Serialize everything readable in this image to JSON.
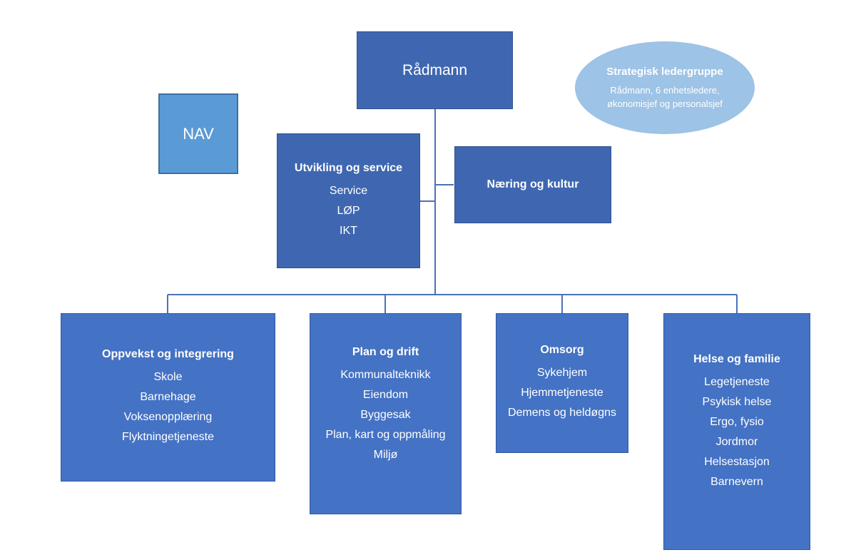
{
  "radmann": {
    "label": "Rådmann"
  },
  "nav": {
    "label": "NAV"
  },
  "strategisk": {
    "title": "Strategisk ledergruppe",
    "description": "Rådmann, 6 enhetsledere, økonomisjef og personalsjef"
  },
  "utvikling": {
    "title": "Utvikling og service",
    "items": [
      "Service",
      "LØP",
      "IKT"
    ]
  },
  "naering": {
    "title": "Næring og kultur"
  },
  "units": [
    {
      "title": "Oppvekst og integrering",
      "items": [
        "Skole",
        "Barnehage",
        "Voksenopplæring",
        "Flyktningetjeneste"
      ]
    },
    {
      "title": "Plan og drift",
      "items": [
        "Kommunalteknikk",
        "Eiendom",
        "Byggesak",
        "Plan, kart og oppmåling",
        "Miljø"
      ]
    },
    {
      "title": "Omsorg",
      "items": [
        "Sykehjem",
        "Hjemmetjeneste",
        "Demens og heldøgns"
      ]
    },
    {
      "title": "Helse og familie",
      "items": [
        "Legetjeneste",
        "Psykisk helse",
        "Ergo, fysio",
        "Jordmor",
        "Helsestasjon",
        "Barnevern"
      ]
    }
  ],
  "colors": {
    "box": "#4472c4",
    "box_dark": "#3f67b1",
    "nav": "#5b9bd5",
    "oval": "#9dc3e6",
    "connector": "#4a72b8"
  }
}
